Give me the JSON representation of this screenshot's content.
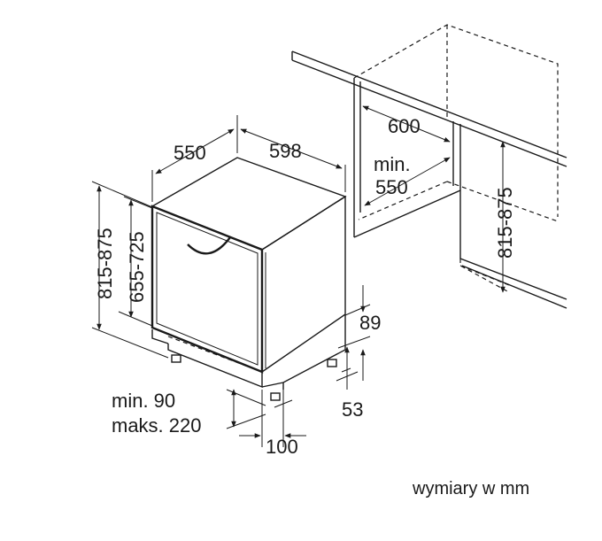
{
  "labels": {
    "dim_550_top": "550",
    "dim_598": "598",
    "dim_600": "600",
    "dim_min550_line1": "min.",
    "dim_min550_line2": "550",
    "dim_815_875_left": "815-875",
    "dim_655_725": "655-725",
    "dim_815_875_right": "815-875",
    "dim_89": "89",
    "dim_53": "53",
    "dim_min90": "min. 90",
    "dim_max220": "maks. 220",
    "dim_100": "100",
    "units_note": "wymiary w mm"
  }
}
